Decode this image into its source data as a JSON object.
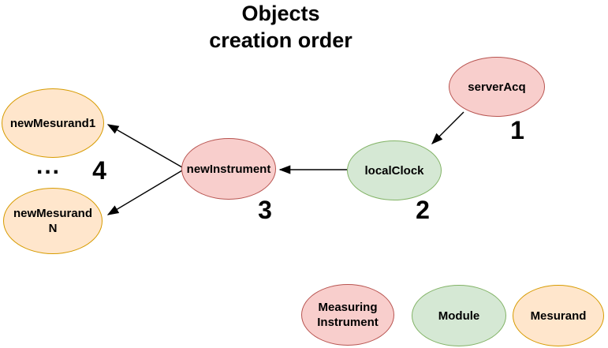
{
  "title": {
    "text": "Objects\ncreation order"
  },
  "nodes": [
    {
      "label": "serverAcq",
      "type": "measuring-instrument",
      "order": "1"
    },
    {
      "label": "localClock",
      "type": "module",
      "order": "2"
    },
    {
      "label": "newInstrument",
      "type": "measuring-instrument",
      "order": "3"
    },
    {
      "label": "newMesurand1",
      "type": "mesurand"
    },
    {
      "label": "newMesurand N",
      "type": "mesurand"
    }
  ],
  "mesurand_group_order": "4",
  "ellipsis": "...",
  "edges": [
    {
      "from": "serverAcq",
      "to": "localClock"
    },
    {
      "from": "localClock",
      "to": "newInstrument"
    },
    {
      "from": "newInstrument",
      "to": "newMesurand1"
    },
    {
      "from": "newInstrument",
      "to": "newMesurand N"
    }
  ],
  "legend": [
    {
      "label": "Measuring Instrument",
      "type": "measuring-instrument"
    },
    {
      "label": "Module",
      "type": "module"
    },
    {
      "label": "Mesurand",
      "type": "mesurand"
    }
  ],
  "colors": {
    "measuring_instrument_fill": "#f8cecc",
    "measuring_instrument_stroke": "#b85450",
    "module_fill": "#d5e8d4",
    "module_stroke": "#82b366",
    "mesurand_fill": "#ffe6cc",
    "mesurand_stroke": "#d79b00",
    "arrow": "#000000",
    "background": "#ffffff",
    "text": "#000000"
  }
}
